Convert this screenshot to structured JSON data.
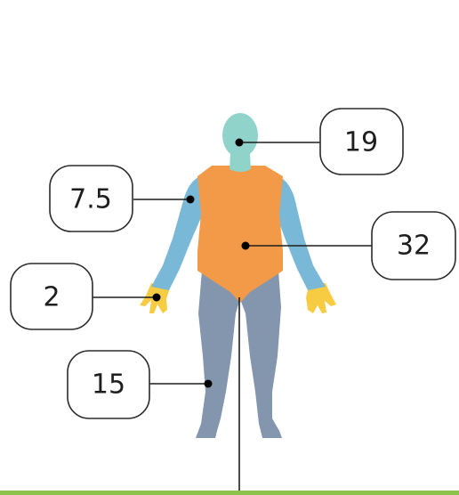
{
  "colors": {
    "head": "#8fd3cb",
    "arms": "#7ab8d8",
    "torso": "#f39a48",
    "legs": "#8496ad",
    "hands": "#f7cc42",
    "baseline": "#8cc34a",
    "line": "#1e1e1e"
  },
  "labels": {
    "head": "19",
    "arm": "7.5",
    "torso": "32",
    "hand": "2",
    "leg": "15"
  },
  "icons": {
    "figure": "human-body-icon"
  }
}
